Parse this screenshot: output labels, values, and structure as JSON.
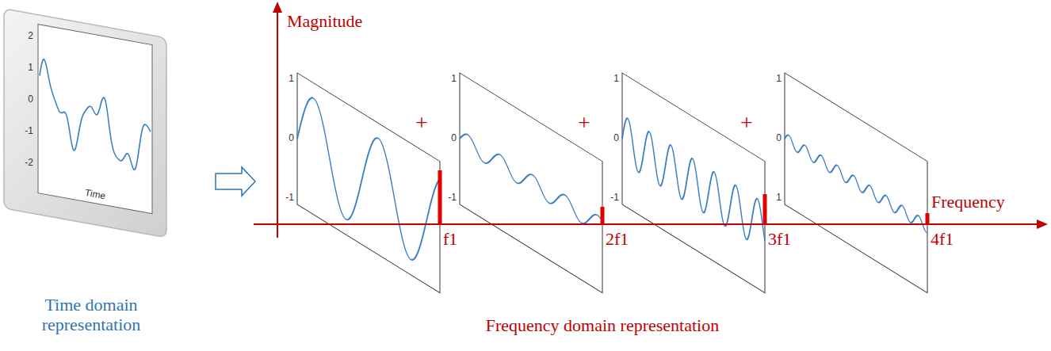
{
  "diagram": {
    "labels": [
      "2",
      "1",
      "0",
      "-1",
      "-2",
      "Time",
      "Time domain representation",
      "Magnitude",
      "1",
      "0",
      "-1",
      "+",
      "1",
      "0",
      "-1",
      "+",
      "1",
      "0",
      "-1",
      "+",
      "1",
      "0",
      "1",
      "Frequency",
      "f1",
      "2f1",
      "3f1",
      "4f1",
      "Frequency domain representation"
    ]
  }
}
